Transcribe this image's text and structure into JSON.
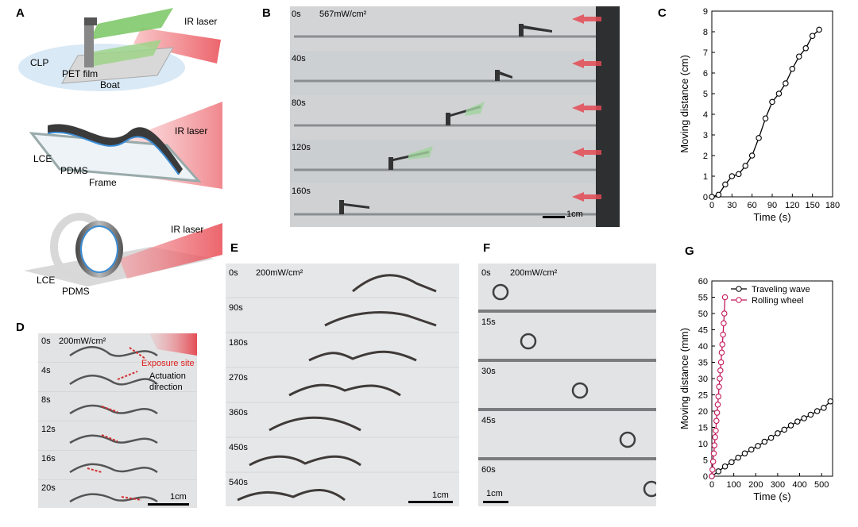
{
  "panels": {
    "A": {
      "letter": "A",
      "top": {
        "ir": "IR laser",
        "clp": "CLP",
        "pet": "PET film",
        "boat": "Boat"
      },
      "middle": {
        "ir": "IR laser",
        "lce": "LCE",
        "pdms": "PDMS",
        "frame": "Frame"
      },
      "bottom": {
        "ir": "IR laser",
        "lce": "LCE",
        "pdms": "PDMS"
      }
    },
    "B": {
      "letter": "B",
      "power": "567mW/cm²",
      "times": [
        "0s",
        "40s",
        "80s",
        "120s",
        "160s"
      ],
      "scale": "1cm"
    },
    "C": {
      "letter": "C"
    },
    "D": {
      "letter": "D",
      "power": "200mW/cm²",
      "times": [
        "0s",
        "4s",
        "8s",
        "12s",
        "16s",
        "20s"
      ],
      "exposure": "Exposure site",
      "actuation_1": "Actuation",
      "actuation_2": "direction",
      "scale": "1cm"
    },
    "E": {
      "letter": "E",
      "power": "200mW/cm²",
      "times": [
        "0s",
        "90s",
        "180s",
        "270s",
        "360s",
        "450s",
        "540s"
      ],
      "scale": "1cm"
    },
    "F": {
      "letter": "F",
      "power": "200mW/cm²",
      "times": [
        "0s",
        "15s",
        "30s",
        "45s",
        "60s"
      ],
      "scale": "1cm"
    },
    "G": {
      "letter": "G"
    }
  },
  "chart_data": [
    {
      "type": "line",
      "xlabel": "Time (s)",
      "ylabel": "Moving distance (cm)",
      "xlim": [
        0,
        180
      ],
      "ylim": [
        0,
        9
      ],
      "xticks": [
        0,
        30,
        60,
        90,
        120,
        150,
        180
      ],
      "yticks": [
        0,
        1,
        2,
        3,
        4,
        5,
        6,
        7,
        8,
        9
      ],
      "series": [
        {
          "color": "#000000",
          "x": [
            0,
            10,
            20,
            30,
            40,
            50,
            60,
            70,
            80,
            90,
            100,
            110,
            120,
            130,
            140,
            150,
            160
          ],
          "y": [
            0,
            0.1,
            0.6,
            1.0,
            1.1,
            1.5,
            2.0,
            2.85,
            3.8,
            4.6,
            5.0,
            5.5,
            6.2,
            6.8,
            7.2,
            7.8,
            8.1
          ]
        }
      ]
    },
    {
      "type": "line",
      "xlabel": "Time (s)",
      "ylabel": "Moving distance (mm)",
      "xlim": [
        0,
        550
      ],
      "ylim": [
        0,
        60
      ],
      "xticks": [
        0,
        100,
        200,
        300,
        400,
        500
      ],
      "yticks": [
        0,
        5,
        10,
        15,
        20,
        25,
        30,
        35,
        40,
        45,
        50,
        55,
        60
      ],
      "legend_position": "top-right",
      "series": [
        {
          "name": "Traveling wave",
          "color": "#000000",
          "x": [
            0,
            30,
            60,
            90,
            120,
            150,
            180,
            210,
            240,
            270,
            300,
            330,
            360,
            390,
            420,
            450,
            480,
            510,
            540
          ],
          "y": [
            0,
            1.5,
            3.0,
            4.3,
            5.7,
            7.0,
            8.2,
            9.3,
            10.6,
            11.8,
            13.2,
            14.3,
            15.6,
            16.8,
            17.8,
            18.9,
            20.0,
            21.0,
            23.0
          ]
        },
        {
          "name": "Rolling wheel",
          "color": "#c2185b",
          "x": [
            0,
            3,
            6,
            9,
            12,
            15,
            18,
            21,
            24,
            27,
            30,
            33,
            36,
            39,
            42,
            45,
            48,
            51,
            54,
            57,
            60
          ],
          "y": [
            0,
            2.0,
            4.5,
            7.0,
            9.5,
            12.0,
            14.0,
            17.0,
            19.5,
            22.0,
            24.5,
            27.5,
            30.0,
            32.5,
            35.0,
            38.0,
            40.5,
            43.5,
            47.0,
            50.0,
            55.0
          ]
        }
      ]
    }
  ]
}
